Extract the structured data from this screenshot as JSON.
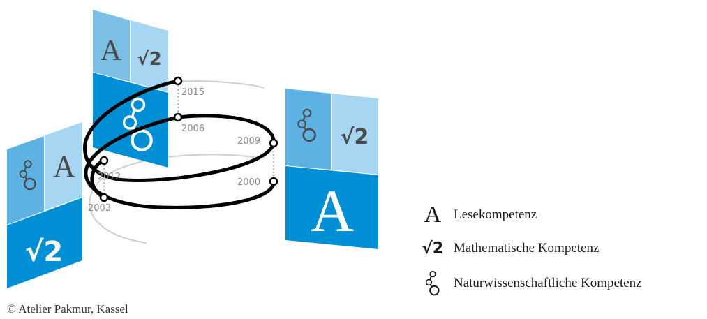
{
  "colors": {
    "light_blue": "#7cc0e6",
    "pale_blue": "#a6d6f1",
    "mid_blue": "#5db2e3",
    "dark_blue": "#008fd4",
    "icon_grey": "#4a4a4a",
    "timeline": "#000000",
    "faint_ring": "#cfcfcf",
    "year_text": "#8a8a8a"
  },
  "years": {
    "y2000": "2000",
    "y2003": "2003",
    "y2006": "2006",
    "y2009": "2009",
    "y2012": "2012",
    "y2015": "2015"
  },
  "symbols": {
    "reading": "A",
    "math": "√2"
  },
  "legend": {
    "items": [
      {
        "icon": "letter-a-icon",
        "label": "Lesekompetenz"
      },
      {
        "icon": "sqrt2-icon",
        "label": "Mathematische Kompetenz"
      },
      {
        "icon": "molecule-icon",
        "label": "Naturwissenschaftliche Kompetenz"
      }
    ]
  },
  "credit": "© Atelier Pakmur, Kassel"
}
